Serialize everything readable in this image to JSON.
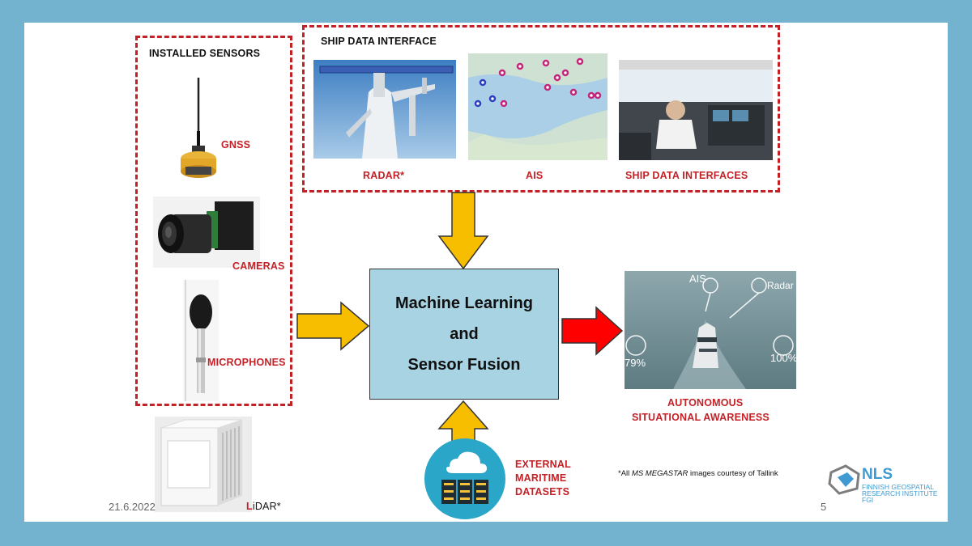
{
  "installed_sensors": {
    "title": "INSTALLED SENSORS",
    "gnss": "GNSS",
    "cameras": "CAMERAS",
    "microphones_first": "M",
    "microphones_rest": "ICROPHONES",
    "lidar_first": "L",
    "lidar_rest": "iDAR*"
  },
  "ship_data": {
    "title": "SHIP DATA INTERFACE",
    "radar": "RADAR*",
    "ais": "AIS",
    "interfaces": "SHIP DATA INTERFACES"
  },
  "center": {
    "line1": "Machine Learning",
    "line2": "and",
    "line3": "Sensor Fusion"
  },
  "output": {
    "line1": "AUTONOMOUS",
    "line2": "SITUATIONAL AWARENESS",
    "hud_ais": "AIS",
    "hud_radar": "Radar",
    "hud_left_pct": "79%",
    "hud_right_pct": "100%"
  },
  "external": {
    "line1": "EXTERNAL",
    "line2": "MARITIME",
    "line3": "DATASETS"
  },
  "credit": {
    "prefix": "*All ",
    "ship": "MS MEGASTAR",
    "suffix": " images courtesy of Tallink"
  },
  "footer": {
    "date": "21.6.2022",
    "page": "5"
  },
  "logo": {
    "acronym": "NLS",
    "line1": "FINNISH GEOSPATIAL",
    "line2": "RESEARCH INSTITUTE",
    "line3": "FGI"
  },
  "colors": {
    "accent_red": "#c42127",
    "arrow_yellow": "#f7be00",
    "arrow_red": "#ff0000",
    "box_fill": "#a8d3e2",
    "frame": "#74b3cf"
  }
}
